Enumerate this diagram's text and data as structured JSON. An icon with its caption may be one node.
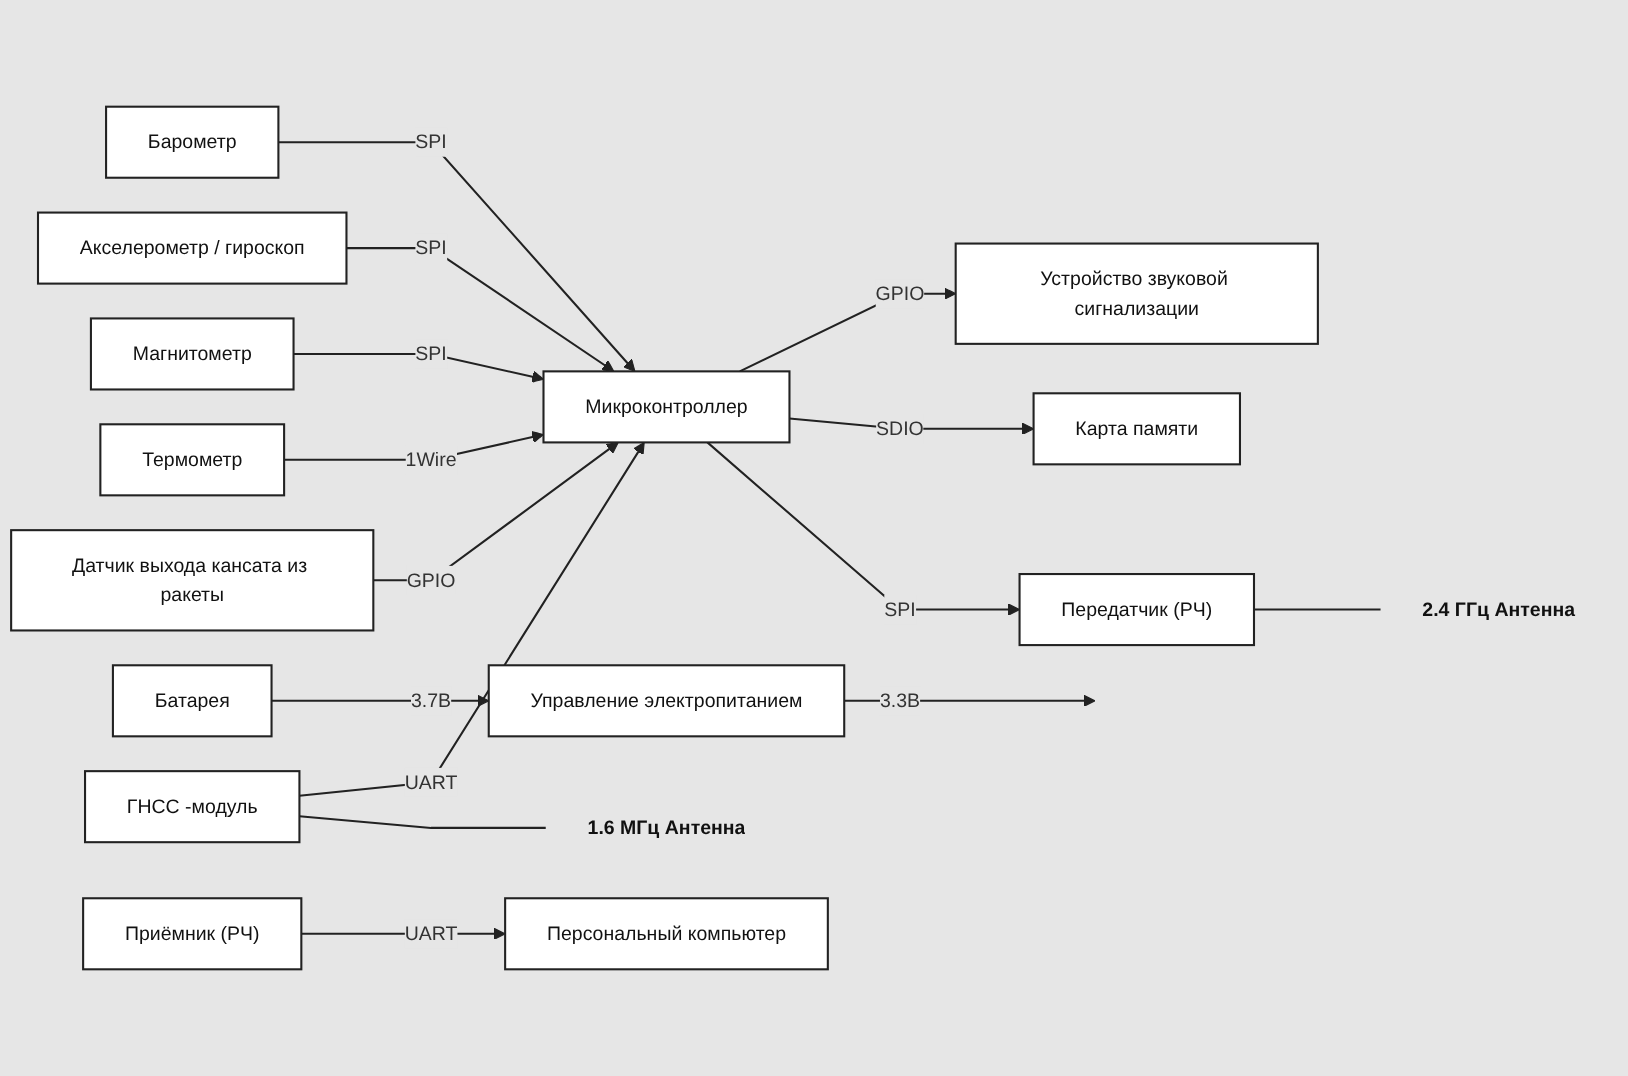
{
  "diagram": {
    "nodes": [
      {
        "text": [
          "Барометр"
        ]
      },
      {
        "text": [
          "Акселерометр / гироскоп"
        ]
      },
      {
        "text": [
          "Магнитометр"
        ]
      },
      {
        "text": [
          "Термометр"
        ]
      },
      {
        "text": [
          "Датчик выхода кансата из ракеты"
        ]
      },
      {
        "text": [
          "Устройство звуковой сигнализации"
        ]
      },
      {
        "text": [
          "Микроконтроллер"
        ]
      },
      {
        "text": [
          "Карта памяти"
        ]
      },
      {
        "text": [
          "Батарея"
        ]
      },
      {
        "text": [
          "Управление электропитанием"
        ]
      },
      {
        "text": [
          "Передатчик (РЧ)"
        ]
      },
      {
        "text": [
          "ГНСС -модуль"
        ]
      },
      {
        "text": [
          "Приёмник (РЧ)"
        ]
      },
      {
        "text": [
          "Персональный компьютер"
        ]
      },
      {
        "text": [
          "2.4 ГГц Антенна"
        ]
      },
      {
        "text": [
          "1.6 МГц Антенна"
        ]
      }
    ],
    "edges": [
      {
        "from": 0,
        "to": 6,
        "arrow": "to",
        "label": "SPI"
      },
      {
        "from": 1,
        "to": 6,
        "arrow": "to",
        "label": "SPI"
      },
      {
        "from": 2,
        "to": 6,
        "arrow": "to",
        "label": "SPI"
      },
      {
        "from": 3,
        "to": 6,
        "arrow": "to",
        "label": "1Wire"
      },
      {
        "from": 4,
        "to": 6,
        "arrow": "to",
        "label": "GPIO"
      },
      {
        "from": 6,
        "to": 5,
        "arrow": "to",
        "label": "GPIO"
      },
      {
        "from": 6,
        "to": 7,
        "arrow": "to",
        "label": "SDIO"
      },
      {
        "from": 6,
        "to": 10,
        "arrow": "to",
        "label": "SPI"
      },
      {
        "from": 11,
        "to": 6,
        "arrow": "to",
        "label": "UART"
      },
      {
        "from": 8,
        "to": 9,
        "arrow": "to",
        "label": "3.7В"
      },
      {
        "from": 9,
        "to": null,
        "arrow": "to",
        "label": "3.3В"
      },
      {
        "from": 10,
        "to": 14,
        "arrow": "none"
      },
      {
        "from": 11,
        "to": 15,
        "arrow": "none"
      },
      {
        "from": 12,
        "to": 13,
        "arrow": "to",
        "label": "UART"
      }
    ]
  }
}
